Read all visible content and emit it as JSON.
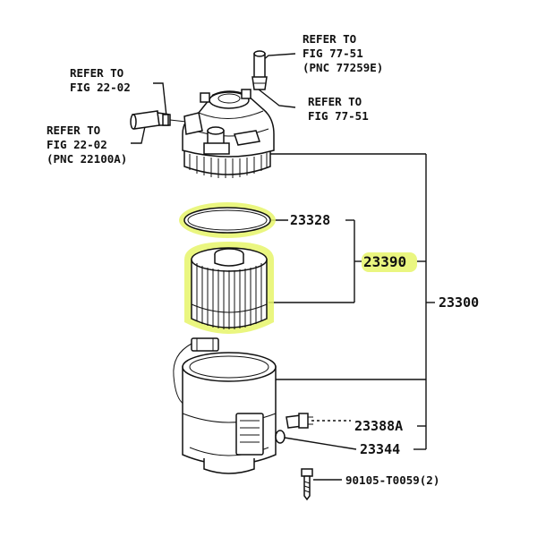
{
  "refs": {
    "ref_top_right_title": "REFER TO",
    "ref_top_right_fig": "FIG 77-51",
    "ref_top_right_pnc": "(PNC 77259E)",
    "ref_mid_right_title": "REFER TO",
    "ref_mid_right_fig": "FIG 77-51",
    "ref_top_left_title": "REFER TO",
    "ref_top_left_fig": "FIG 22-02",
    "ref_mid_left_title": "REFER TO",
    "ref_mid_left_fig": "FIG 22-02",
    "ref_mid_left_pnc": "(PNC 22100A)"
  },
  "parts": {
    "p23328": "23328",
    "p23390": "23390",
    "p23300": "23300",
    "p23388A": "23388A",
    "p23344": "23344",
    "p90105": "90105-T0059(2)"
  },
  "colors": {
    "highlight": "#e6f46a",
    "ink": "#111111"
  }
}
